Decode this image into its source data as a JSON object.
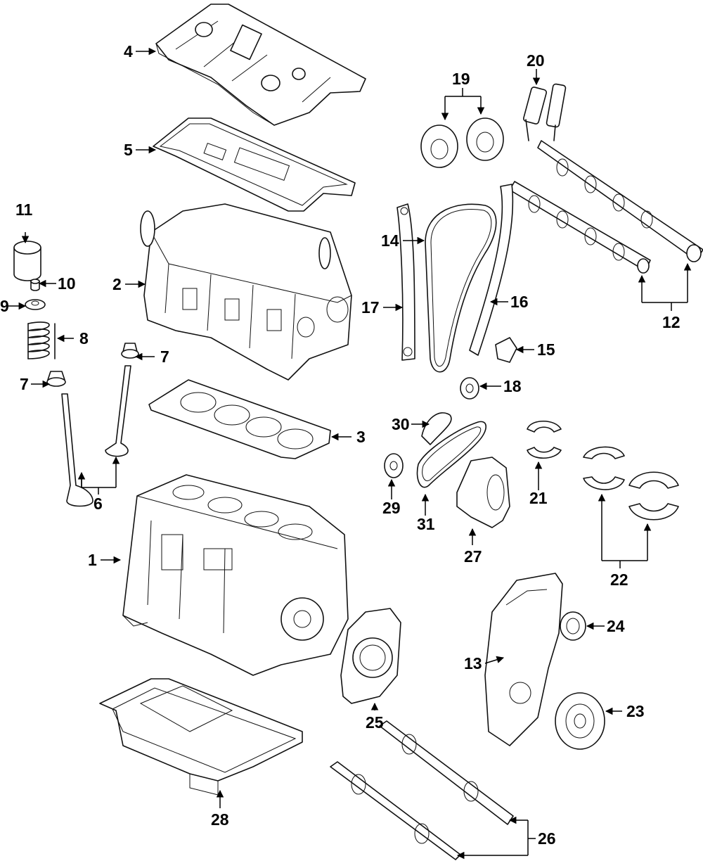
{
  "callouts": [
    {
      "id": "1",
      "label": "1"
    },
    {
      "id": "2",
      "label": "2"
    },
    {
      "id": "3",
      "label": "3"
    },
    {
      "id": "4",
      "label": "4"
    },
    {
      "id": "5",
      "label": "5"
    },
    {
      "id": "6",
      "label": "6"
    },
    {
      "id": "7a",
      "label": "7"
    },
    {
      "id": "7b",
      "label": "7"
    },
    {
      "id": "8",
      "label": "8"
    },
    {
      "id": "9",
      "label": "9"
    },
    {
      "id": "10",
      "label": "10"
    },
    {
      "id": "11",
      "label": "11"
    },
    {
      "id": "12",
      "label": "12"
    },
    {
      "id": "13",
      "label": "13"
    },
    {
      "id": "14",
      "label": "14"
    },
    {
      "id": "15",
      "label": "15"
    },
    {
      "id": "16",
      "label": "16"
    },
    {
      "id": "17",
      "label": "17"
    },
    {
      "id": "18",
      "label": "18"
    },
    {
      "id": "19",
      "label": "19"
    },
    {
      "id": "20",
      "label": "20"
    },
    {
      "id": "21",
      "label": "21"
    },
    {
      "id": "22",
      "label": "22"
    },
    {
      "id": "23",
      "label": "23"
    },
    {
      "id": "24",
      "label": "24"
    },
    {
      "id": "25",
      "label": "25"
    },
    {
      "id": "26",
      "label": "26"
    },
    {
      "id": "27",
      "label": "27"
    },
    {
      "id": "28",
      "label": "28"
    },
    {
      "id": "29",
      "label": "29"
    },
    {
      "id": "30",
      "label": "30"
    },
    {
      "id": "31",
      "label": "31"
    }
  ]
}
